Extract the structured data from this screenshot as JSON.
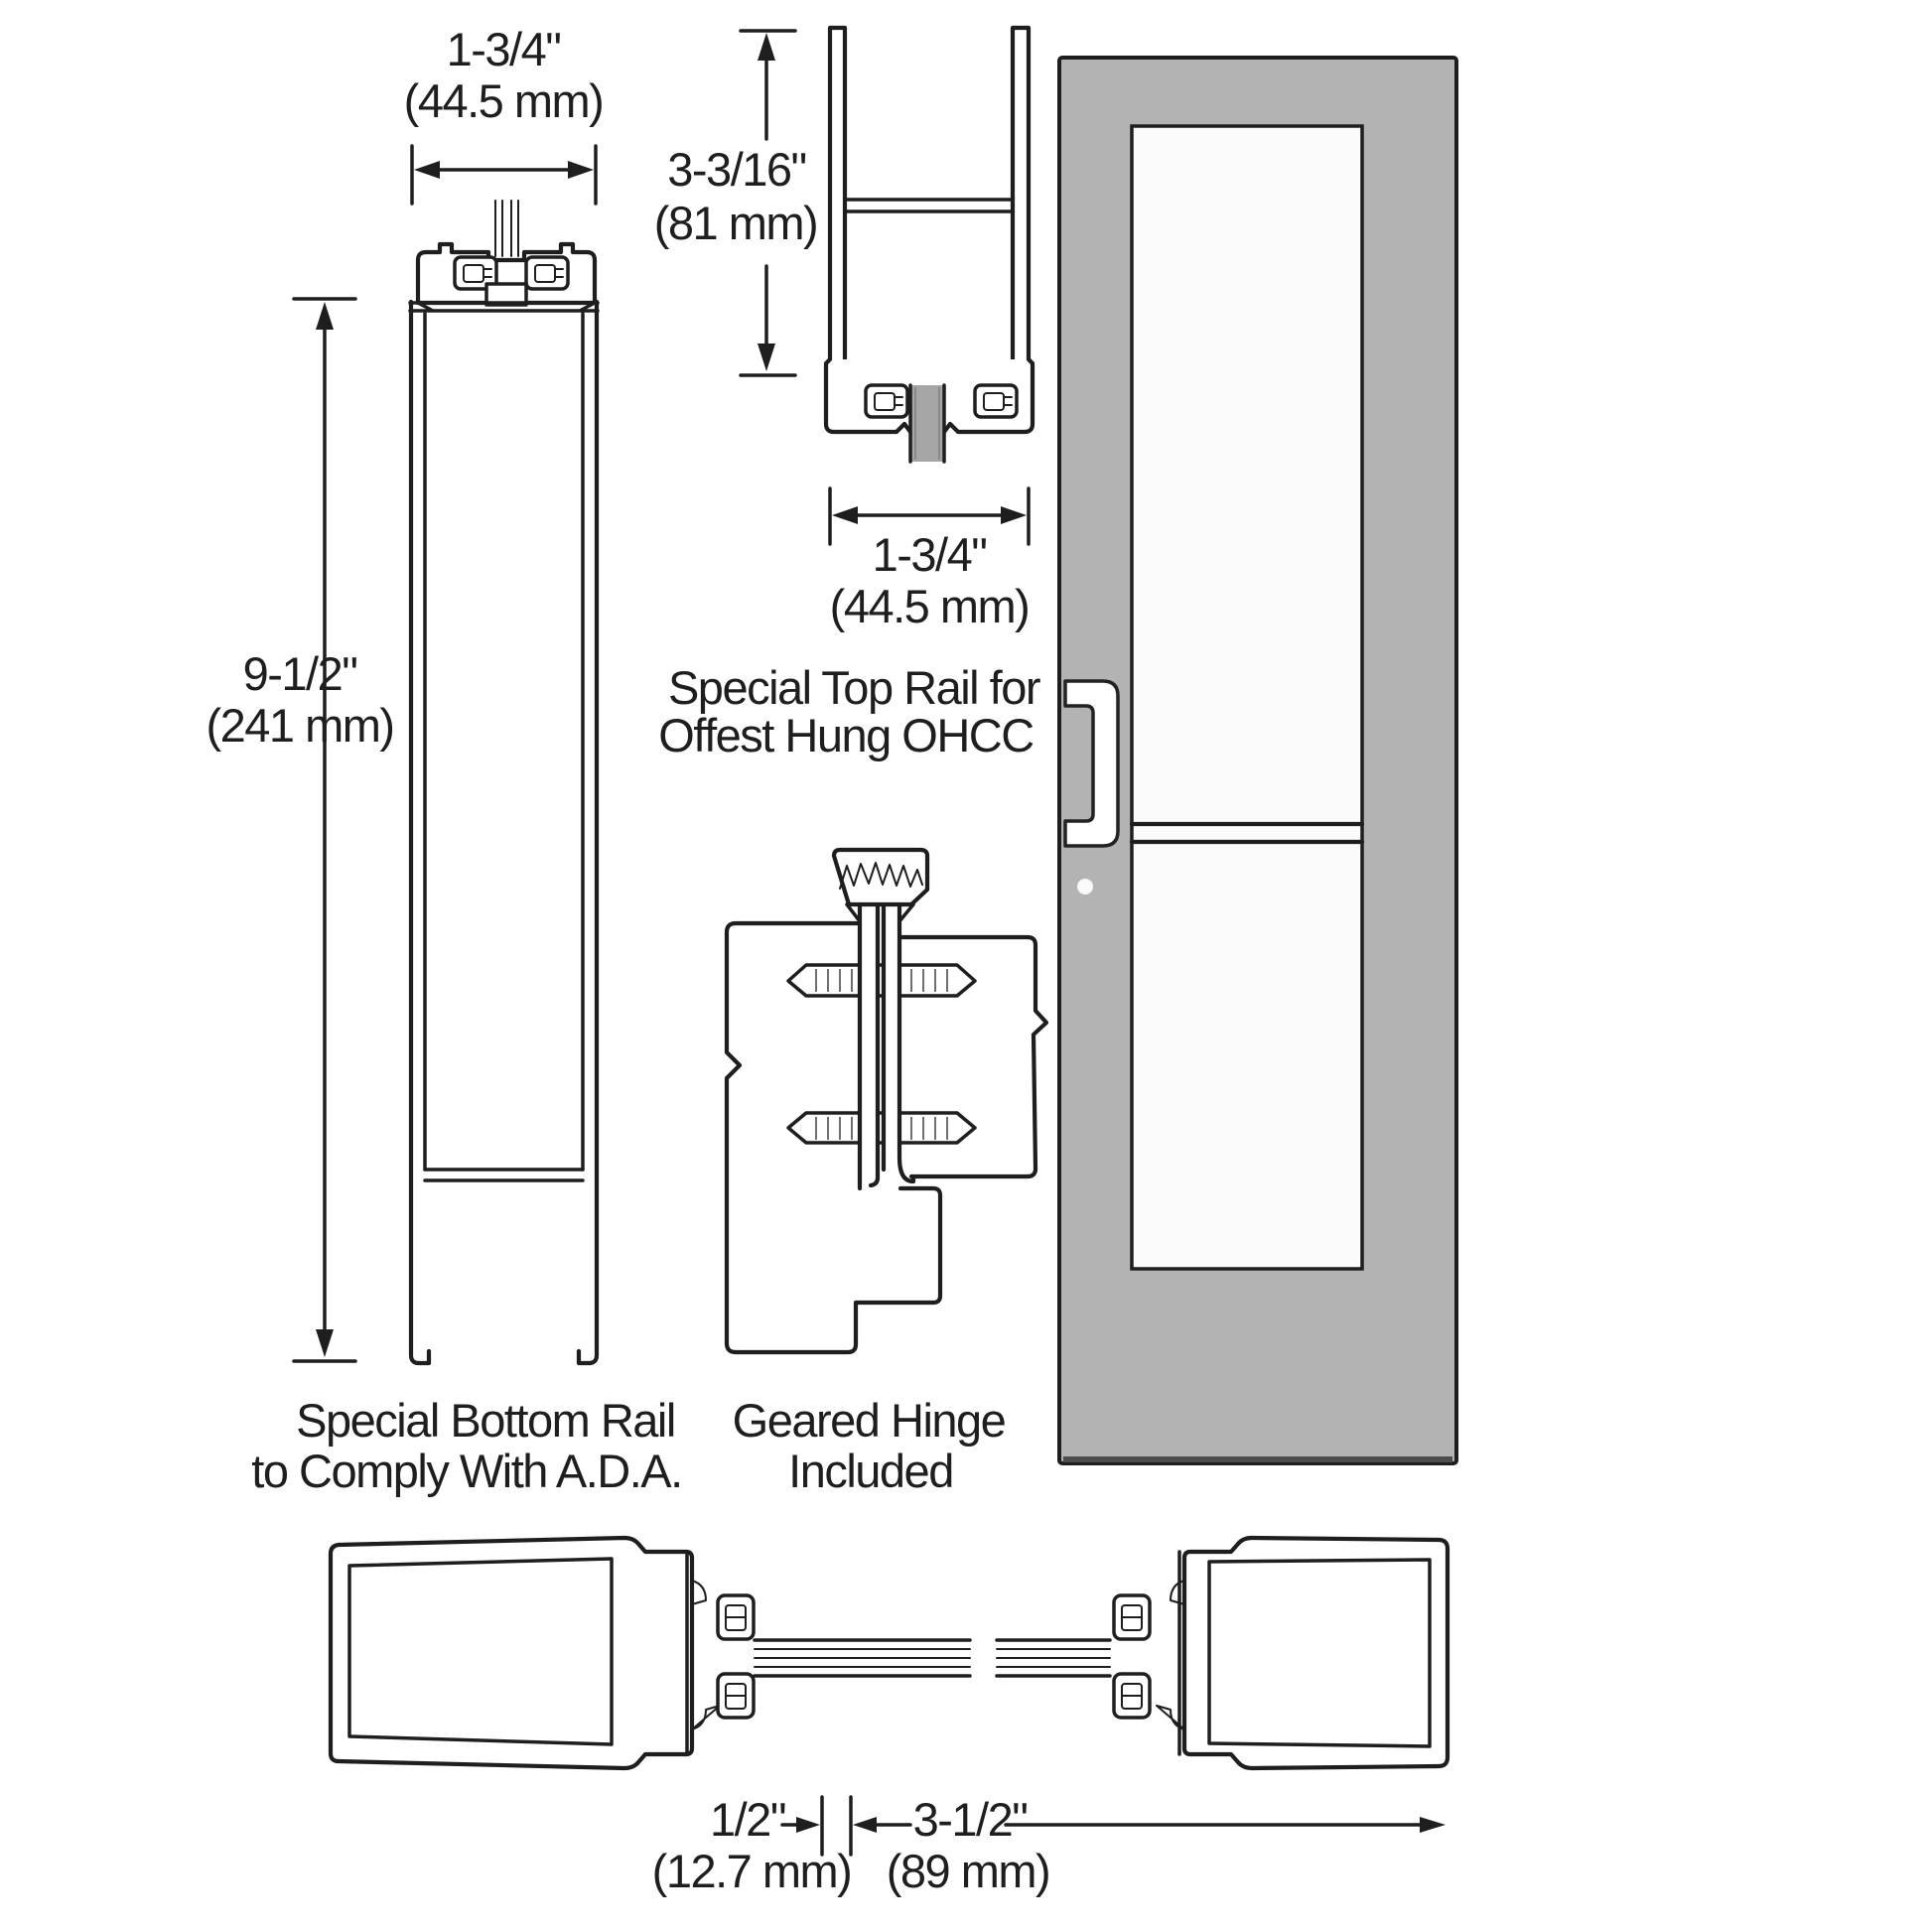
{
  "diagram": {
    "bottom_rail": {
      "width_dim": {
        "value": "1-3/4\"",
        "metric": "(44.5 mm)"
      },
      "height_dim": {
        "value": "9-1/2\"",
        "metric": "(241 mm)"
      },
      "caption": {
        "line1": "Special Bottom Rail",
        "line2": "to Comply With A.D.A."
      }
    },
    "top_rail": {
      "height_dim": {
        "value": "3-3/16\"",
        "metric": "(81 mm)"
      },
      "width_dim": {
        "value": "1-3/4\"",
        "metric": "(44.5 mm)"
      },
      "caption": {
        "line1": "Special Top Rail for",
        "line2": "Offest Hung OHCC"
      }
    },
    "hinge": {
      "caption": {
        "line1": "Geared Hinge",
        "line2": "Included"
      }
    },
    "plan": {
      "gap_dim": {
        "value": "1/2\"",
        "metric": "(12.7 mm)"
      },
      "stile_dim": {
        "value": "3-1/2\"",
        "metric": "(89 mm)"
      }
    },
    "colors": {
      "line": "#1e1e1e",
      "door_gray": "#b3b3b3",
      "glass": "#fbfbfb",
      "glass_strip": "#a6a6a6",
      "background": "#ffffff"
    }
  }
}
